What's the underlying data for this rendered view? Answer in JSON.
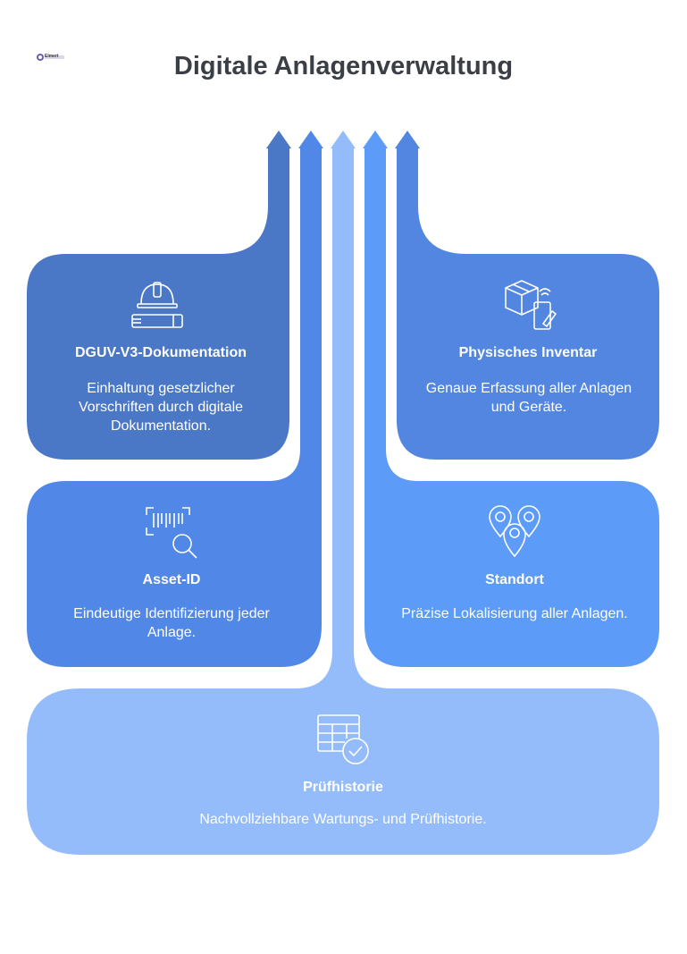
{
  "header": {
    "logo_text": "Elmert",
    "title": "Digitale Anlagenverwaltung"
  },
  "colors": {
    "dark_blue": "#4a78c6",
    "mid_blue": "#5188e8",
    "bright_blue": "#5c9bf7",
    "light_blue": "#94bcfb",
    "background": "#ffffff"
  },
  "cards": {
    "dguv": {
      "title": "DGUV-V3-Dokumentation",
      "description": "Einhaltung gesetzlicher Vorschriften durch digitale Dokumentation.",
      "icon": "helmet-icon"
    },
    "inventar": {
      "title": "Physisches Inventar",
      "description": "Genaue Erfassung aller Anlagen und Geräte.",
      "icon": "box-tablet-icon"
    },
    "asset": {
      "title": "Asset-ID",
      "description": "Eindeutige Identifizierung jeder Anlage.",
      "icon": "barcode-search-icon"
    },
    "standort": {
      "title": "Standort",
      "description": "Präzise Lokalisierung aller Anlagen.",
      "icon": "location-pins-icon"
    },
    "historie": {
      "title": "Prüfhistorie",
      "description": "Nachvollziehbare Wartungs- und Prüfhistorie.",
      "icon": "table-check-icon"
    }
  }
}
